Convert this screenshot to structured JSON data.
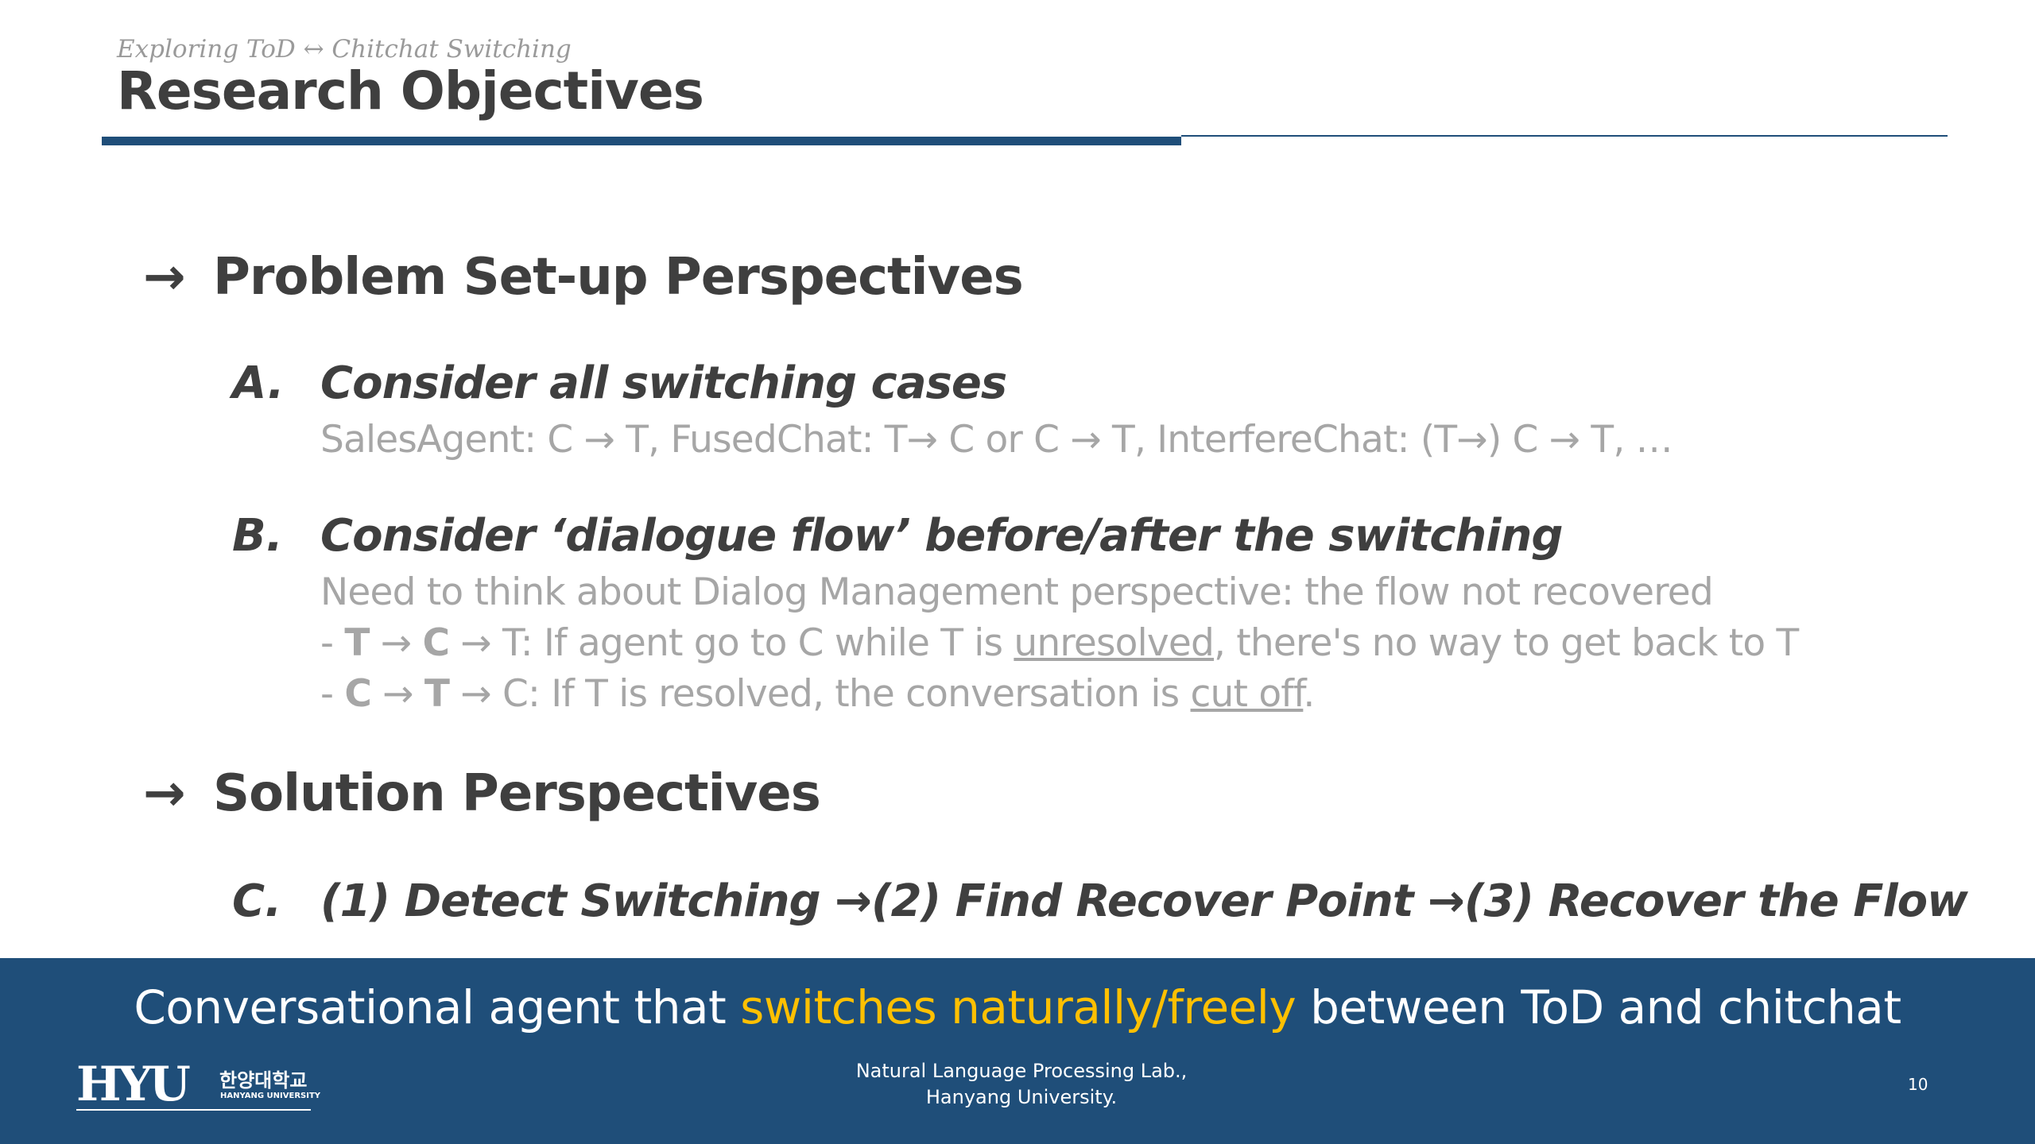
{
  "slide": {
    "supertitle": "Exploring ToD ↔ Chitchat Switching",
    "title": "Research Objectives",
    "page_number": "10"
  },
  "sections": {
    "problem": {
      "arrow": "→",
      "heading": "Problem Set-up Perspectives",
      "item_a": {
        "letter": "A.",
        "title": "Consider all switching cases",
        "line1": "SalesAgent: C → T, FusedChat: T→ C or C → T, InterfereChat: (T→) C → T, …"
      },
      "item_b": {
        "letter": "B.",
        "title": "Consider ‘dialogue flow’ before/after the switching",
        "line1": "Need to think about Dialog Management perspective: the flow not recovered",
        "line2": {
          "prefix": "- ",
          "t1": "T",
          "arr1": " → ",
          "c1": "C",
          "arr2": " → ",
          "rest1": "T: If agent go to C while T is ",
          "underlined": "unresolved",
          "rest2": ", there's no way to get back to T"
        },
        "line3": {
          "prefix": "- ",
          "c1": "C",
          "arr1": " → ",
          "t1": "T",
          "arr2": " → ",
          "rest1": "C: If T is resolved, the conversation is ",
          "underlined": "cut off",
          "rest2": "."
        }
      }
    },
    "solution": {
      "arrow": "→",
      "heading": "Solution Perspectives",
      "item_c": {
        "letter": "C.",
        "title": "(1) Detect Switching  →(2) Find Recover Point  →(3) Recover the Flow"
      }
    }
  },
  "banner": {
    "part1": "Conversational agent that ",
    "highlight": "switches naturally/freely",
    "part2": " between ToD and chitchat",
    "highlight_color": "#ffc000",
    "background_color": "#1f4e79"
  },
  "footer": {
    "lab_line1": "Natural Language Processing Lab.,",
    "lab_line2": "Hanyang University.",
    "logo": {
      "wordmark": "HYU",
      "korean": "한양대학교",
      "english": "HANYANG UNIVERSITY"
    }
  }
}
